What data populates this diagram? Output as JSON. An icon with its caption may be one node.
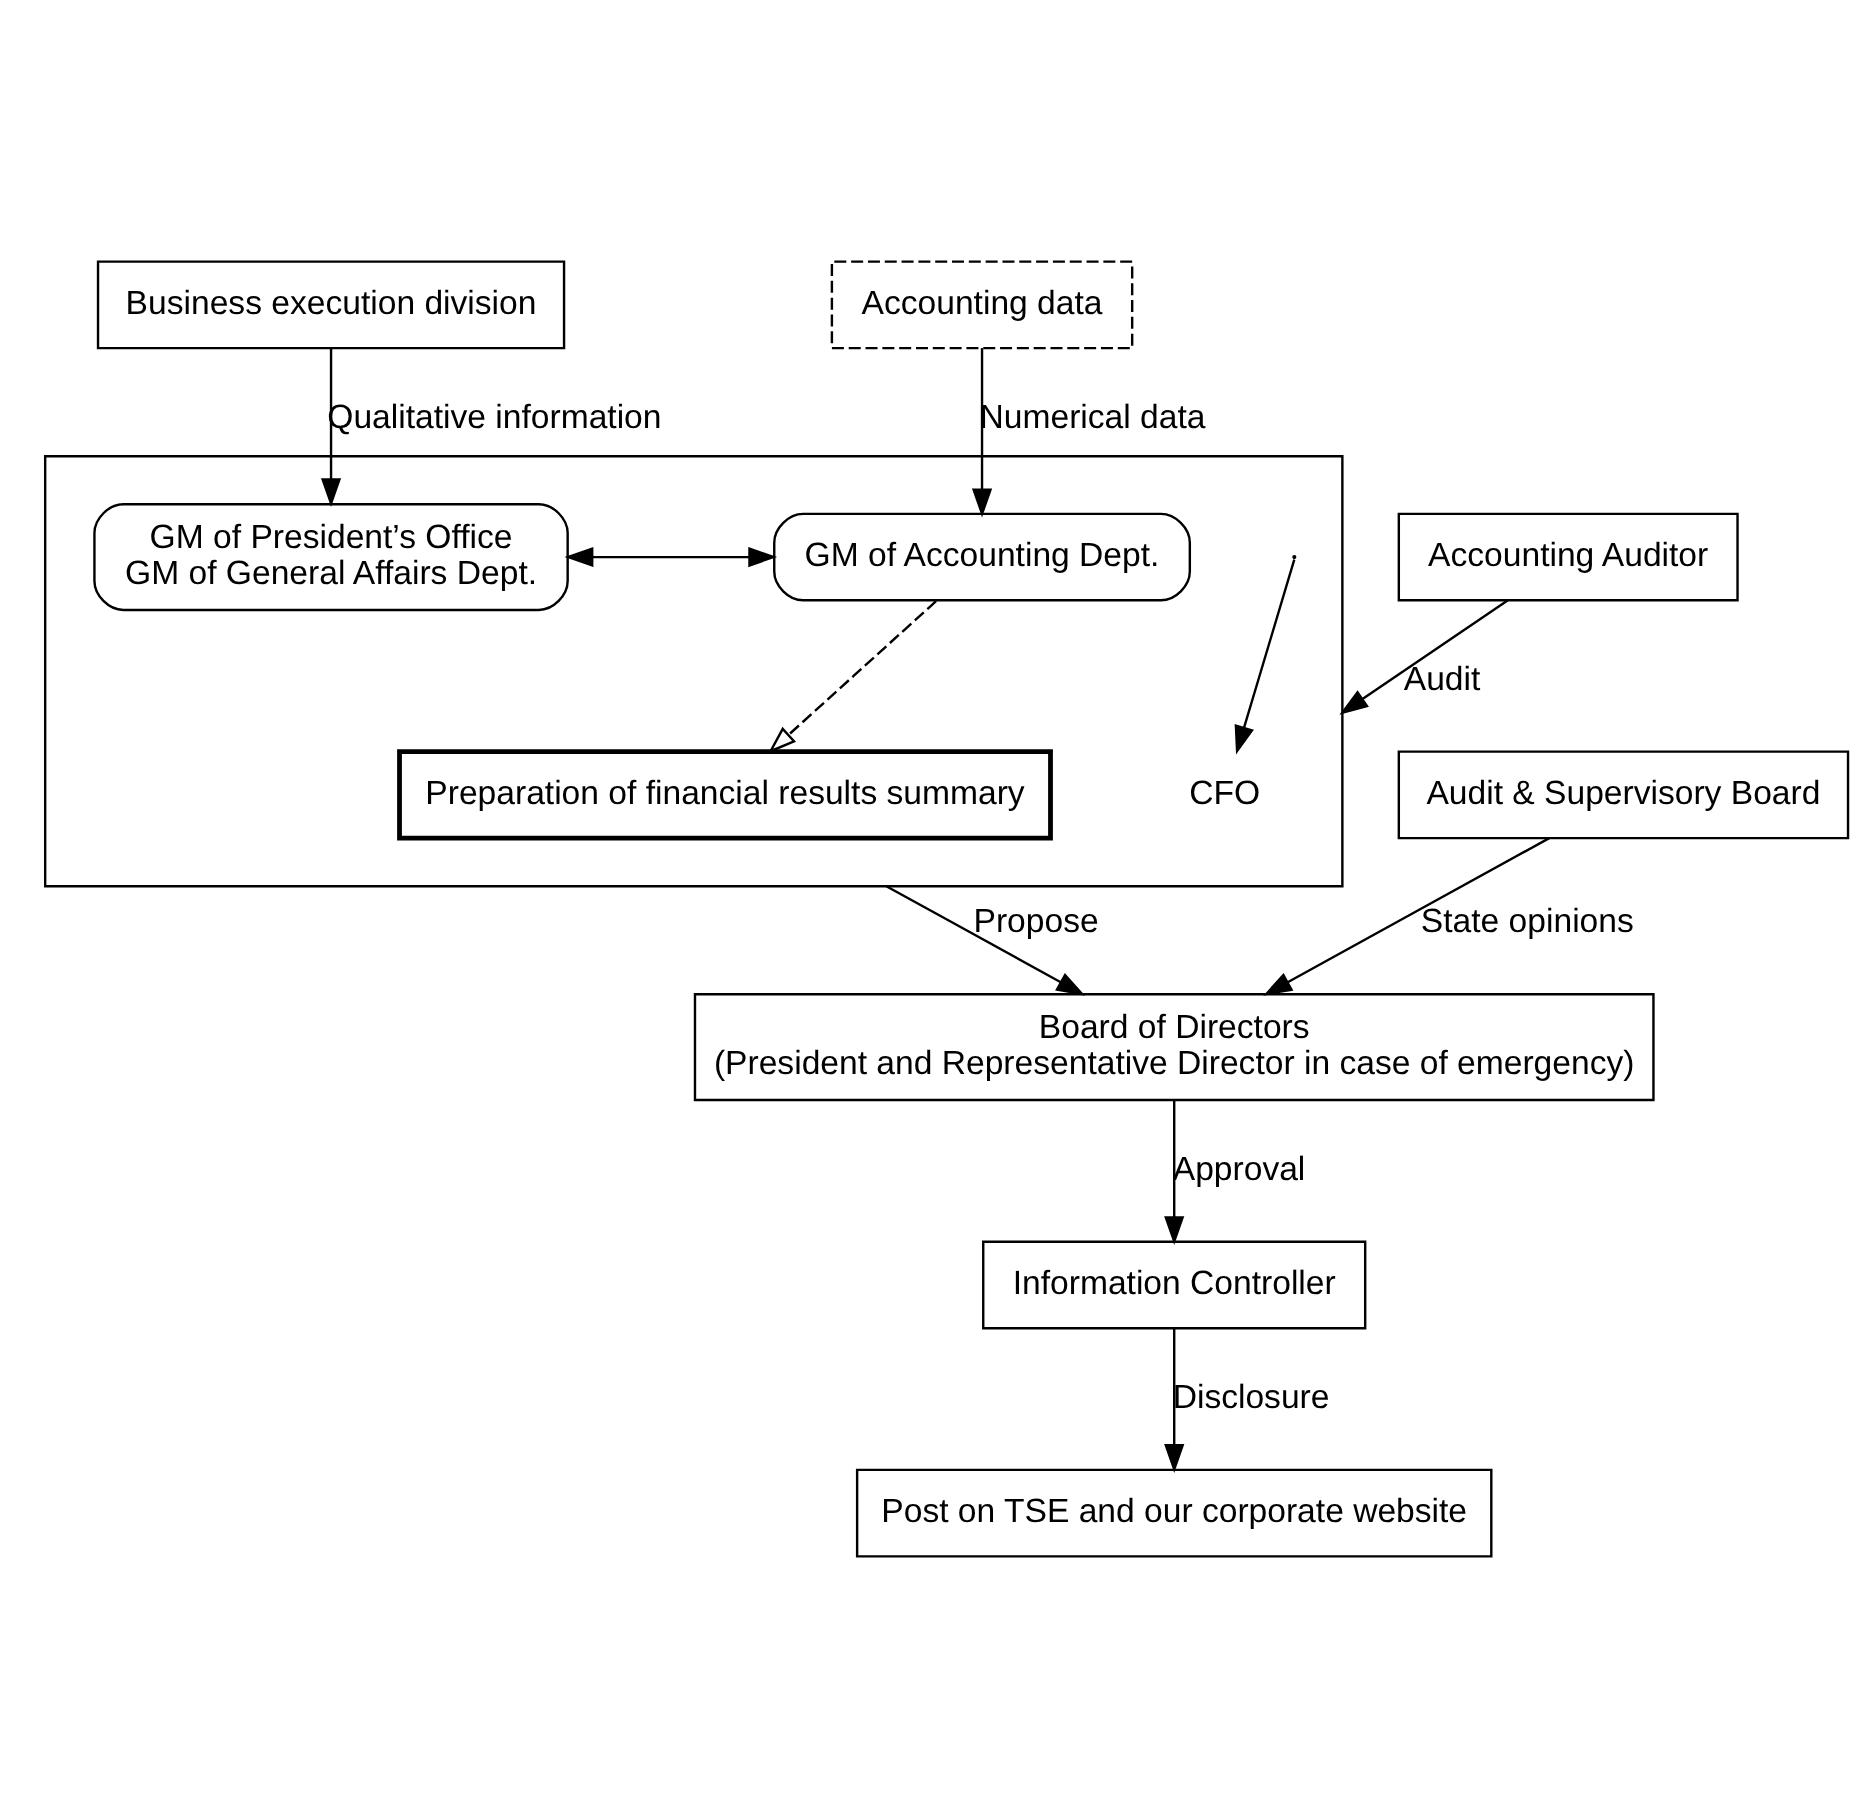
{
  "diagram": {
    "nodes": [
      {
        "text": [
          "Business execution division"
        ]
      },
      {
        "text": [
          "Accounting data"
        ]
      },
      {
        "text": [],
        "shape": "box"
      },
      {
        "text": [
          "CFO"
        ],
        "in": 2
      },
      {
        "text": [
          "GM of President’s Office",
          "GM of General Affairs Dept."
        ],
        "in": 2
      },
      {
        "text": [
          "GM of Accounting Dept."
        ],
        "in": 2
      },
      {
        "text": [
          "Preparation of financial results summary"
        ],
        "in": 2
      },
      {
        "text": [
          "Accounting Auditor"
        ]
      },
      {
        "text": [
          "Board of Directors",
          "(President and Representative Director in case of emergency)"
        ]
      },
      {
        "text": [
          "Audit & Supervisory Board"
        ]
      },
      {
        "text": [
          "Information Controller"
        ]
      },
      {
        "text": [
          "Post on TSE and our corporate website"
        ]
      }
    ],
    "edges": [
      {
        "from": 0,
        "to": 4,
        "arrow": "to",
        "label": "Qualitative information"
      },
      {
        "from": 1,
        "to": 5,
        "arrow": "to",
        "label": "Numerical data"
      },
      {
        "from": 7,
        "to": 2,
        "arrow": "to",
        "label": "Audit"
      },
      {
        "from": 4,
        "to": 5,
        "arrow": "both"
      },
      {
        "from": null,
        "to": 3,
        "arrow": "to"
      },
      {
        "from": 5,
        "to": 6,
        "arrow": "to",
        "style": "dashed"
      },
      {
        "from": 2,
        "to": 8,
        "arrow": "to",
        "label": "Propose"
      },
      {
        "from": 9,
        "to": 8,
        "arrow": "to",
        "label": "State opinions"
      },
      {
        "from": 8,
        "to": 10,
        "arrow": "to",
        "label": "Approval"
      },
      {
        "from": 10,
        "to": 11,
        "arrow": "to",
        "label": "Disclosure"
      }
    ]
  }
}
